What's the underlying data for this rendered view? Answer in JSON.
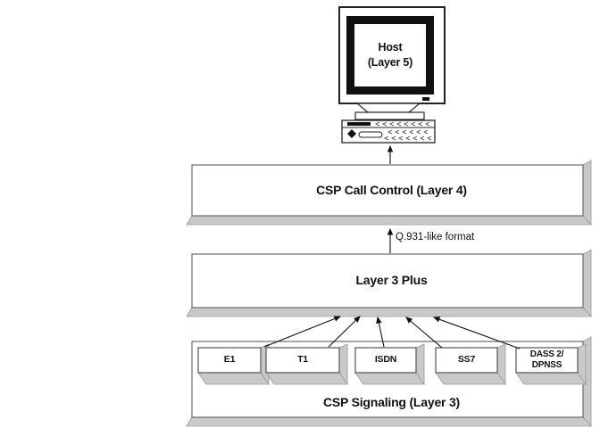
{
  "host": {
    "label": "Host\n(Layer 5)"
  },
  "layer4": {
    "label": "CSP Call Control (Layer 4)"
  },
  "link_note": {
    "label": "Q.931-like format"
  },
  "layer3_plus": {
    "label": "Layer 3 Plus"
  },
  "layer3": {
    "label": "CSP Signaling (Layer 3)",
    "protocols": [
      {
        "label": "E1"
      },
      {
        "label": "T1"
      },
      {
        "label": "ISDN"
      },
      {
        "label": "SS7"
      },
      {
        "label": "DASS 2/\nDPNSS"
      }
    ]
  },
  "colors": {
    "bevel_gray": "#c9c9c9",
    "border_gray": "#6b6b6b",
    "ink_black": "#111111",
    "background": "#ffffff"
  }
}
